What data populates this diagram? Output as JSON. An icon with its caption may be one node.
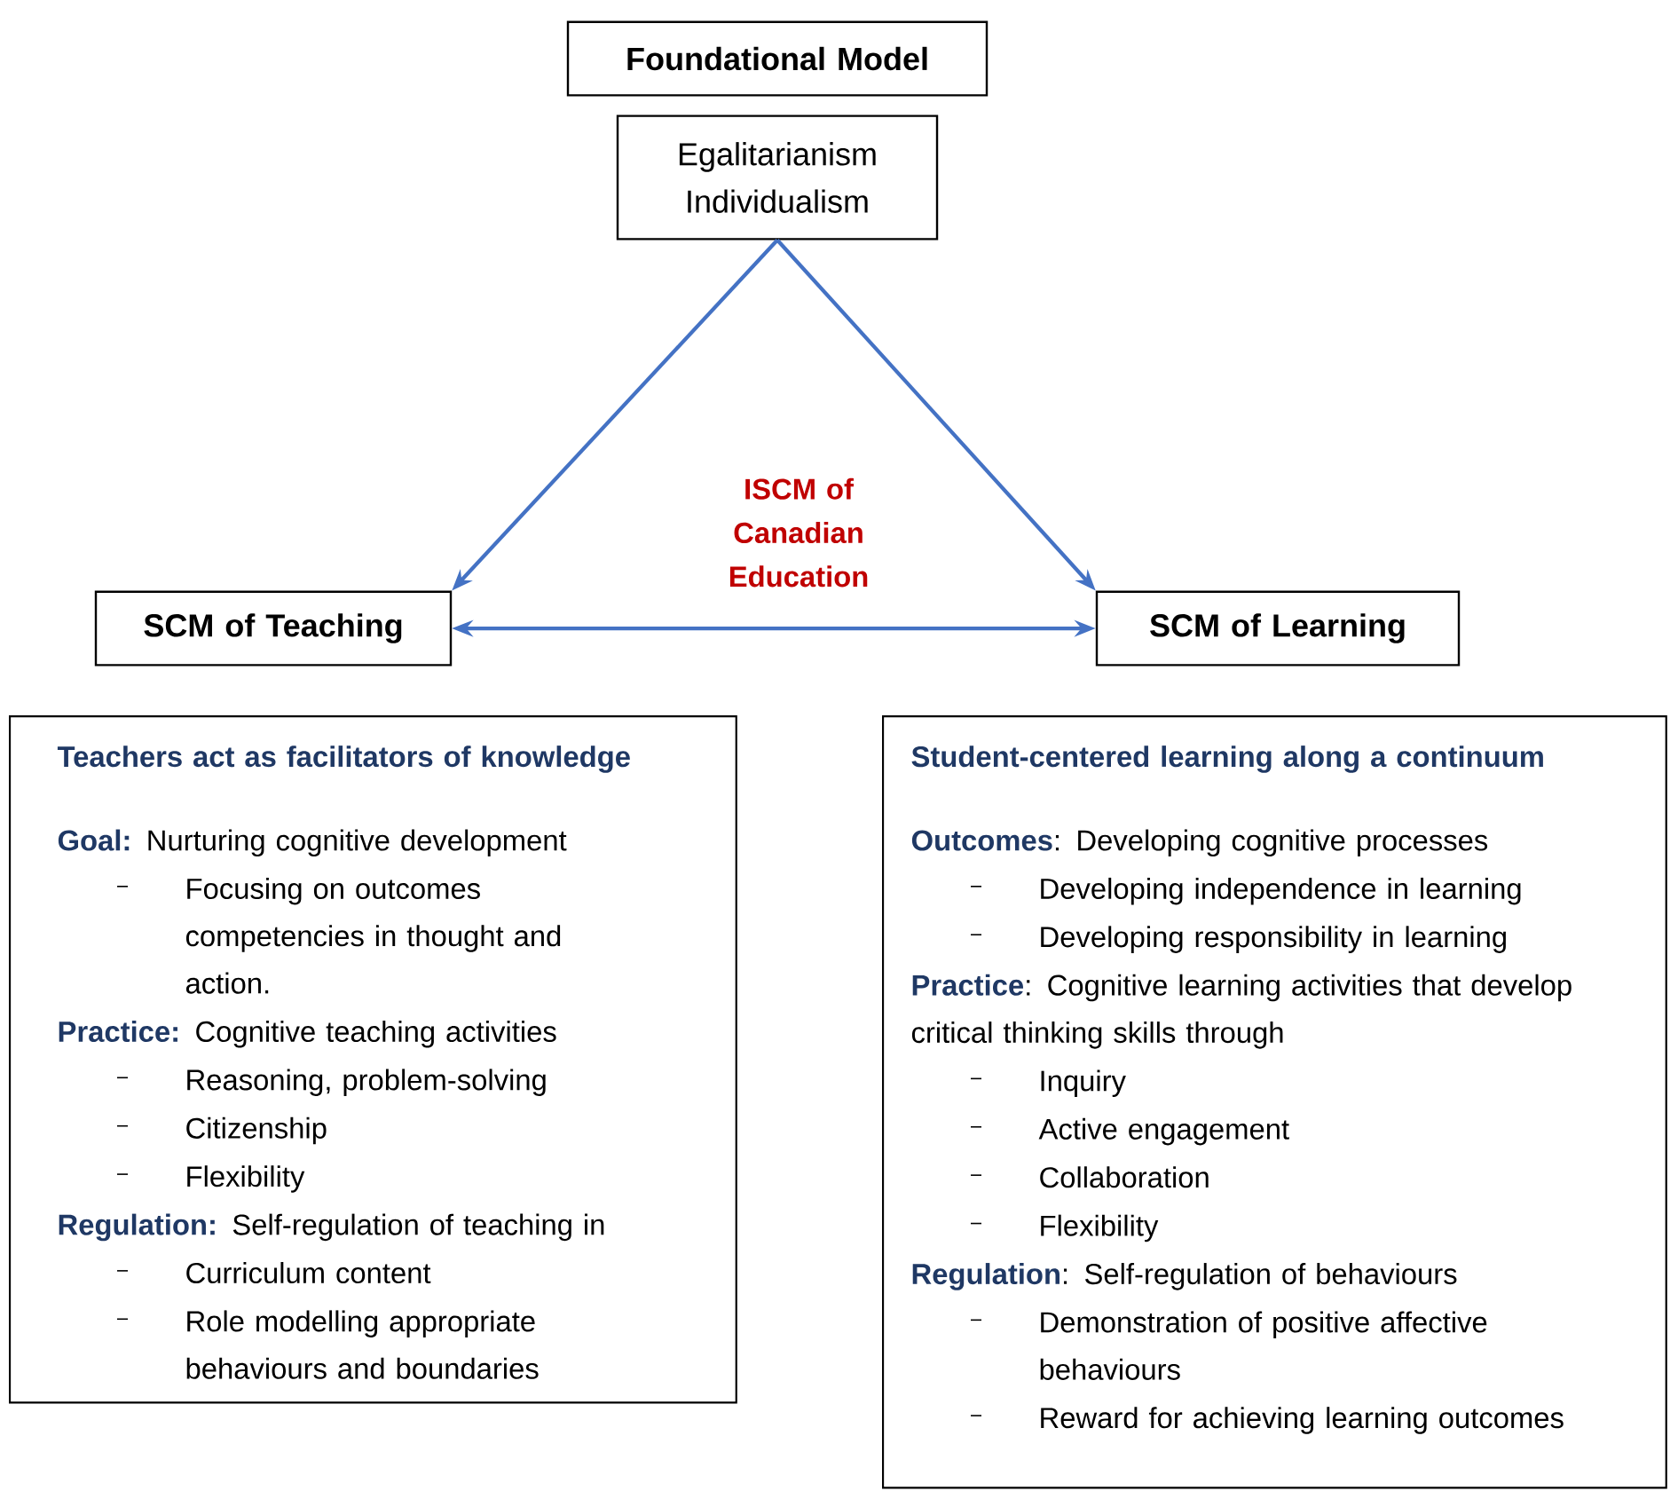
{
  "diagram": {
    "nodes": [
      {
        "text": [
          "Foundational Model"
        ]
      },
      {
        "text": [
          "Egalitarianism Individualism"
        ]
      },
      {
        "text": [
          "SCM of Teaching"
        ]
      },
      {
        "text": [
          "SCM of Learning"
        ]
      },
      {
        "text": [
          "Teachers act as facilitators of knowledge",
          "**Goal:** Nurturing cognitive development",
          "Focusing on outcomes competencies in thought and action.",
          "**Practice:** Cognitive teaching activities",
          "Reasoning, problem-solving",
          "Citizenship",
          "Flexibility",
          "**Regulation:** Self-regulation of teaching in",
          "Curriculum content",
          "Role modelling appropriate behaviours and boundaries"
        ]
      },
      {
        "text": [
          "Student-centered learning along a continuum",
          "**Outcomes**: Developing cognitive processes",
          "Developing independence in learning",
          "Developing responsibility in learning",
          "**Practice**: Cognitive learning activities that develop critical thinking skills through",
          "Inquiry",
          "Active engagement",
          "Collaboration",
          "Flexibility",
          "**Regulation**: Self-regulation of behaviours",
          "Demonstration of positive affective behaviours",
          "Reward for achieving learning outcomes"
        ]
      }
    ],
    "edges": [
      {
        "from": 1,
        "to": 2,
        "arrow": "to"
      },
      {
        "from": 1,
        "to": 3,
        "arrow": "to"
      },
      {
        "from": 2,
        "to": 3,
        "arrow": "both"
      }
    ],
    "labels": [
      "ISCM of Canadian Education"
    ]
  }
}
